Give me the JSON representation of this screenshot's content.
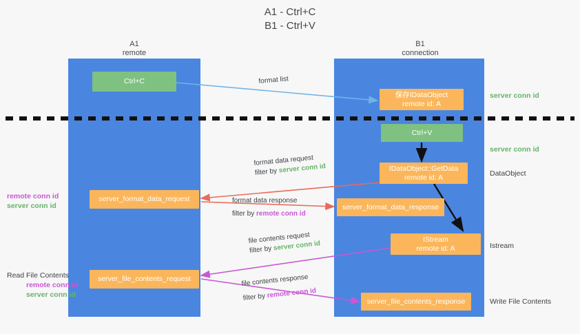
{
  "title": "A1 - Ctrl+C\nB1 - Ctrl+V",
  "colors": {
    "lane": "#4a86e0",
    "orange": "#fbb65b",
    "green": "#7fc180",
    "server_conn_id": "#67b36a",
    "remote_conn_id": "#c857d4",
    "arrow_blue": "#6fb4e8",
    "arrow_red": "#ea6a5a",
    "arrow_magenta": "#c857d4",
    "arrow_black": "#000000",
    "background": "#f7f7f7"
  },
  "columns": [
    {
      "name": "A1",
      "sub": "remote"
    },
    {
      "name": "B1",
      "sub": "connection"
    }
  ],
  "nodes": [
    {
      "id": "ctrl-c",
      "label": "Ctrl+C",
      "sub": "",
      "kind": "green"
    },
    {
      "id": "save-idataobject",
      "label": "保存IDataObject",
      "sub": "remote id: A",
      "kind": "orange"
    },
    {
      "id": "ctrl-v",
      "label": "Ctrl+V",
      "sub": "",
      "kind": "green"
    },
    {
      "id": "idataobject-getdata",
      "label": "IDataObject::GetData",
      "sub": "remote id: A",
      "kind": "orange"
    },
    {
      "id": "server-format-data-request",
      "label": "server_format_data_request",
      "sub": "",
      "kind": "orange"
    },
    {
      "id": "server-format-data-response",
      "label": "server_format_data_response",
      "sub": "",
      "kind": "orange"
    },
    {
      "id": "istream",
      "label": "IStream",
      "sub": "remote id: A",
      "kind": "orange"
    },
    {
      "id": "server-file-contents-request",
      "label": "server_file_contents_request",
      "sub": "",
      "kind": "orange"
    },
    {
      "id": "server-file-contents-response",
      "label": "server_file_contents_response",
      "sub": "",
      "kind": "orange"
    }
  ],
  "edge_labels": [
    {
      "id": "format-list",
      "line1": "format list",
      "filter_prefix": "",
      "filter_value": ""
    },
    {
      "id": "format-data-request",
      "line1": "format data request",
      "filter_prefix": "filter by ",
      "filter_value": "server conn id",
      "filter_color": "server"
    },
    {
      "id": "format-data-response",
      "line1": "format data response",
      "filter_prefix": "filter by ",
      "filter_value": "remote conn id",
      "filter_color": "remote"
    },
    {
      "id": "file-contents-request",
      "line1": "file contents request",
      "filter_prefix": "filter by ",
      "filter_value": "server conn id",
      "filter_color": "server"
    },
    {
      "id": "file-contents-response",
      "line1": "file contents response",
      "filter_prefix": "filter by ",
      "filter_value": "remote conn id",
      "filter_color": "remote"
    }
  ],
  "right_labels": [
    {
      "id": "server-conn-id-top",
      "text": "server conn id",
      "color": "server"
    },
    {
      "id": "server-conn-id-mid",
      "text": "server conn id",
      "color": "server"
    },
    {
      "id": "dataobject",
      "text": "DataObject",
      "color": "dark"
    },
    {
      "id": "istream-label",
      "text": "Istream",
      "color": "dark"
    },
    {
      "id": "write-file-contents",
      "text": "Write File Contents",
      "color": "dark"
    }
  ],
  "left_labels": [
    {
      "id": "left-conn-ids-upper",
      "line1": "remote conn id",
      "line2": "server conn id",
      "heading": ""
    },
    {
      "id": "read-file-contents",
      "line1": "remote conn id",
      "line2": "server conn id",
      "heading": "Read File Contents"
    }
  ]
}
